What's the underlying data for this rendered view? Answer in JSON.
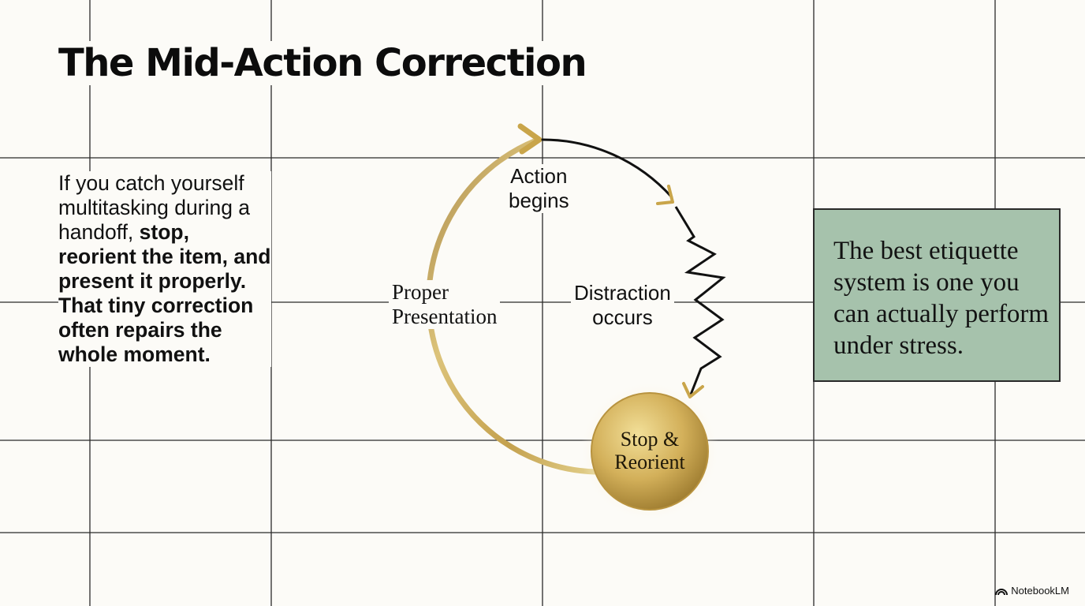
{
  "title": "The Mid-Action Correction",
  "body": {
    "line1": "If you catch yourself multitasking during a handoff, ",
    "bold1": "stop, reorient the item, and present it properly.",
    "bold2": "That tiny correction often repairs the whole moment."
  },
  "cycle": {
    "action_begins_1": "Action",
    "action_begins_2": "begins",
    "distraction_1": "Distraction",
    "distraction_2": "occurs",
    "stop_1": "Stop &",
    "stop_2": "Reorient",
    "proper_1": "Proper",
    "proper_2": "Presentation"
  },
  "quote": "The best etiquette system is one you can actually perform under stress.",
  "brand": "NotebookLM",
  "colors": {
    "background": "#fcfbf7",
    "gold": "#c9a54a",
    "quote_box": "#a6c2ac"
  },
  "icons": [
    "notebooklm-logo-icon"
  ]
}
